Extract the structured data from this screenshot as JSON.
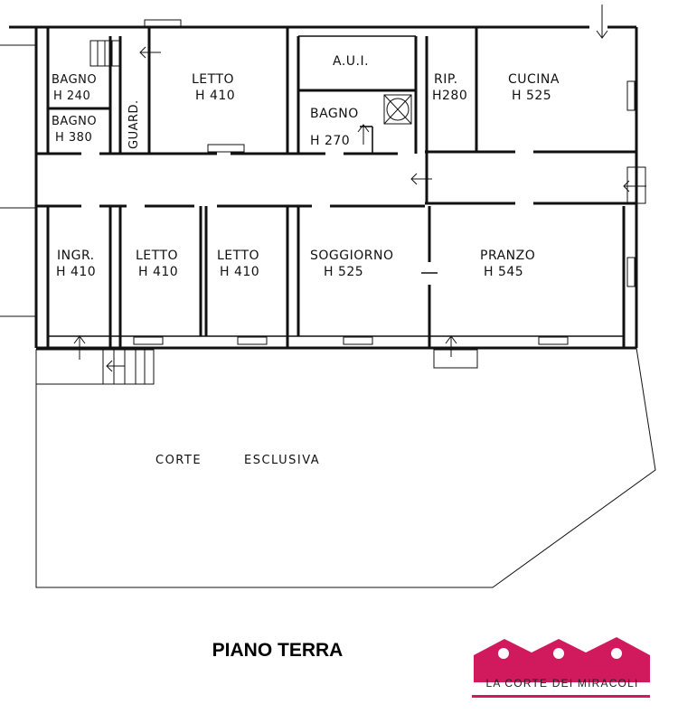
{
  "plan": {
    "rooms": {
      "bagno1_name": "BAGNO",
      "bagno1_height": "H 240",
      "bagno2_name": "BAGNO",
      "bagno2_height": "H 380",
      "guard": "GUARD.",
      "letto1_name": "LETTO",
      "letto1_height": "H 410",
      "aui": "A.U.I.",
      "bagno3_name": "BAGNO",
      "bagno3_height": "H 270",
      "rip_name": "RIP.",
      "rip_height": "H280",
      "cucina_name": "CUCINA",
      "cucina_height": "H 525",
      "ingr_name": "INGR.",
      "ingr_height": "H 410",
      "letto2_name": "LETTO",
      "letto2_height": "H 410",
      "letto3_name": "LETTO",
      "letto3_height": "H 410",
      "soggiorno_name": "SOGGIORNO",
      "soggiorno_height": "H 525",
      "pranzo_name": "PRANZO",
      "pranzo_height": "H 545"
    },
    "court_word1": "CORTE",
    "court_word2": "ESCLUSIVA"
  },
  "floor_title": "PIANO TERRA",
  "logo": {
    "text": "LA CORTE DEI MIRACOLI",
    "color": "#d1195e"
  }
}
